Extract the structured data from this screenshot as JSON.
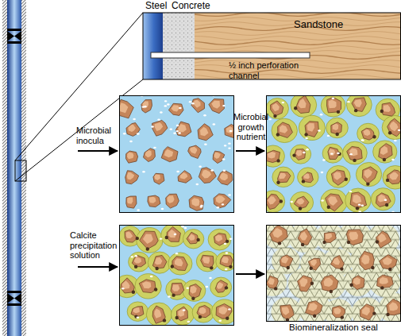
{
  "diagram": {
    "nodes": [
      {
        "text": [
          "Steel",
          "Concrete",
          "Sandstone",
          "½ inch perforation channel"
        ]
      },
      {
        "text": [
          "Biomineralization seal"
        ]
      }
    ],
    "labels": [
      "Microbial inocula",
      "Microbial growth nutrient",
      "Calcite precipitation solution"
    ]
  }
}
